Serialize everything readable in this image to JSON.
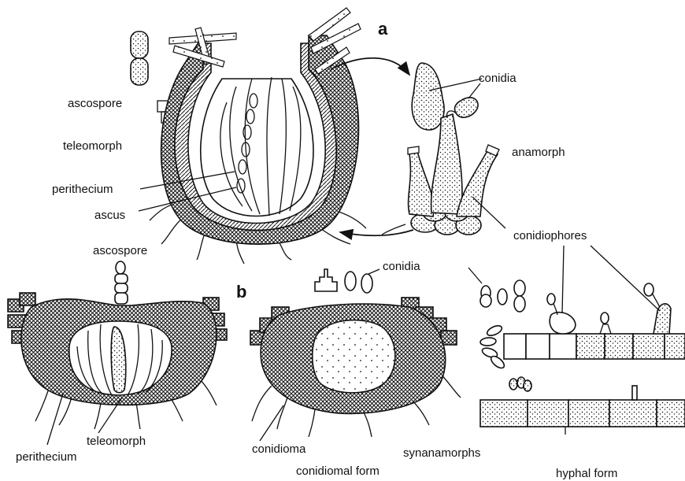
{
  "panels": {
    "a": "a",
    "b": "b"
  },
  "labels": {
    "ascospore_top": "ascospore",
    "teleomorph_top": "teleomorph",
    "perithecium_top": "perithecium",
    "ascus": "ascus",
    "conidia_top": "conidia",
    "anamorph": "anamorph",
    "conidiophores": "conidiophores",
    "ascospore_bottom": "ascospore",
    "teleomorph_bottom": "teleomorph",
    "perithecium_bottom": "perithecium",
    "conidia_bottom": "conidia",
    "conidioma": "conidioma",
    "synanamorphs": "synanamorphs",
    "conidiomal_form": "conidiomal form",
    "hyphal_form": "hyphal form"
  }
}
